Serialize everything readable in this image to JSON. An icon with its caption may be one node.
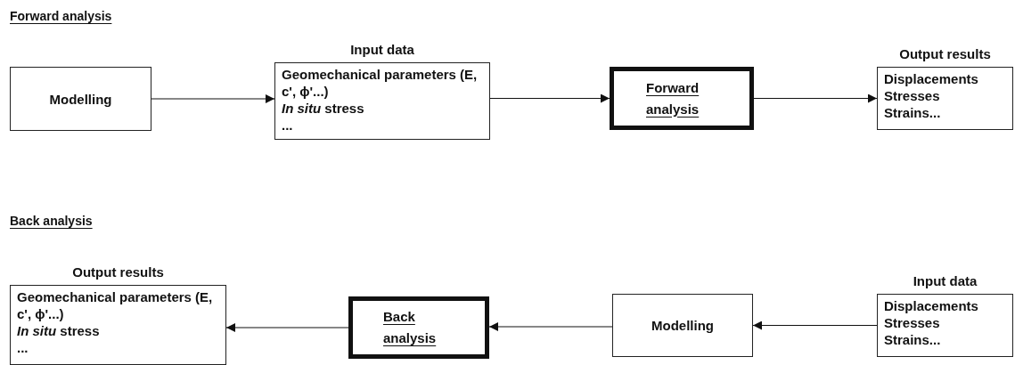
{
  "diagram": {
    "nodes": [
      {
        "text": [
          "Modelling"
        ]
      },
      {
        "text": [
          "Input data",
          "Geomechanical parameters (E, c', ϕ'...)",
          "*In situ* stress",
          "..."
        ]
      },
      {
        "text": [
          "Forward analysis"
        ]
      },
      {
        "text": [
          "Output results",
          "Displacements",
          "Stresses",
          "Strains..."
        ]
      },
      {
        "text": [
          "Output results",
          "Geomechanical parameters (E, c', ϕ'...)",
          "*In situ* stress",
          "..."
        ]
      },
      {
        "text": [
          "Back analysis"
        ]
      },
      {
        "text": [
          "Modelling"
        ]
      },
      {
        "text": [
          "Input data",
          "Displacements",
          "Stresses",
          "Strains..."
        ]
      }
    ],
    "edges": [
      {
        "from": 0,
        "to": 1,
        "arrow": "to"
      },
      {
        "from": 1,
        "to": 2,
        "arrow": "to"
      },
      {
        "from": 2,
        "to": 3,
        "arrow": "to"
      },
      {
        "from": 7,
        "to": 6,
        "arrow": "to"
      },
      {
        "from": 6,
        "to": 5,
        "arrow": "to"
      },
      {
        "from": 5,
        "to": 4,
        "arrow": "to"
      }
    ],
    "labels": [
      "Forward analysis",
      "Back analysis"
    ]
  }
}
